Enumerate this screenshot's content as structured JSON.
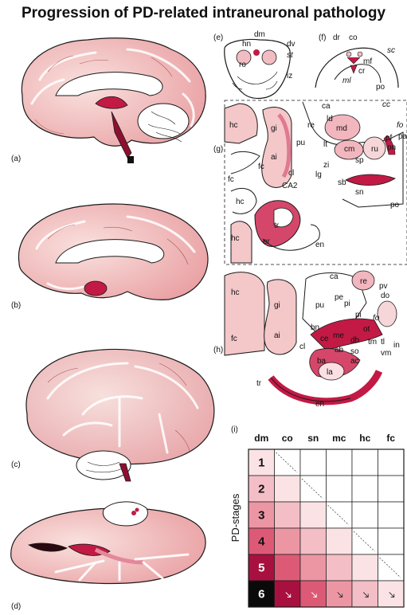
{
  "title": "Progression of PD-related intraneuronal pathology",
  "panels": {
    "a": "(a)",
    "b": "(b)",
    "c": "(c)",
    "d": "(d)",
    "e": "(e)",
    "f": "(f)",
    "g": "(g)",
    "h": "(h)",
    "i": "(i)"
  },
  "labels_e": [
    "dm",
    "hn",
    "dv",
    "st",
    "ro",
    "iz"
  ],
  "labels_f": [
    "dr",
    "co",
    "sc",
    "mf",
    "cr",
    "ml",
    "po"
  ],
  "labels_g": [
    "ca",
    "cc",
    "fo",
    "pa",
    "pf",
    "pn",
    "ld",
    "md",
    "re",
    "cm",
    "lt",
    "pu",
    "sp",
    "ru",
    "zi",
    "lg",
    "sb",
    "sn",
    "po",
    "hc",
    "gi",
    "ai",
    "fc",
    "cl",
    "CA2",
    "fc",
    "hc",
    "tr",
    "er",
    "en",
    "hc"
  ],
  "labels_h": [
    "ca",
    "re",
    "pv",
    "do",
    "hc",
    "pe",
    "gi",
    "pu",
    "pi",
    "pi",
    "fo",
    "bn",
    "ot",
    "ai",
    "ce",
    "me",
    "db",
    "tm",
    "tl",
    "in",
    "fc",
    "cl",
    "so",
    "vm",
    "ab",
    "ac",
    "ba",
    "la",
    "tr",
    "en"
  ],
  "table": {
    "y_axis_label": "PD-stages",
    "columns": [
      "dm",
      "co",
      "sn",
      "mc",
      "hc",
      "fc"
    ],
    "stages": [
      "1",
      "2",
      "3",
      "4",
      "5",
      "6"
    ],
    "colors": {
      "stage_1": "#fbe3e5",
      "stage_2": "#f4bec6",
      "stage_3": "#ec96a4",
      "stage_4": "#dd5a76",
      "stage_5": "#a81040",
      "stage_6": "#0a0a0a"
    }
  },
  "colors": {
    "light_pink": "#f6d1cf",
    "mid_pink": "#eaa3a8",
    "dark_red": "#c21a45",
    "outline": "#1a1a1a"
  }
}
